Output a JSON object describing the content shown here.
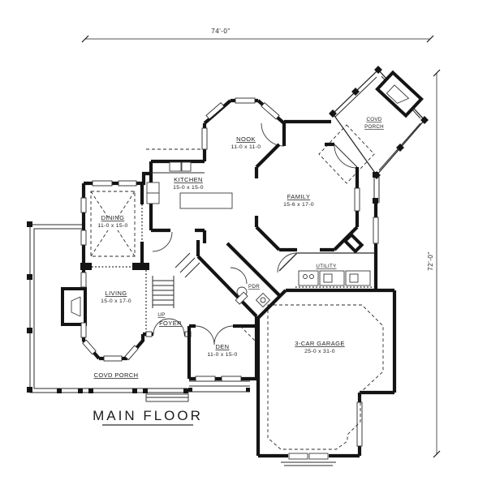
{
  "plan": {
    "title": "MAIN FLOOR",
    "dim_top": "74'-0\"",
    "dim_right": "72'-0\"",
    "rooms": {
      "kitchen": {
        "name": "KITCHEN",
        "dims": "15-0 x 15-0"
      },
      "nook": {
        "name": "NOOK",
        "dims": "11-0 x 11-0"
      },
      "family": {
        "name": "FAMILY",
        "dims": "15-6 x 17-0"
      },
      "dining": {
        "name": "DINING",
        "dims": "11-0 x 15-0"
      },
      "living": {
        "name": "LIVING",
        "dims": "15-0 x 17-0"
      },
      "den": {
        "name": "DEN",
        "dims": "11-0 x 15-0"
      },
      "garage": {
        "name": "3-CAR GARAGE",
        "dims": "25-0 x 31-0"
      },
      "foyer": {
        "name": "FOYER"
      },
      "utility": {
        "name": "UTILITY"
      },
      "powder": {
        "name": "PDR"
      },
      "stairs": {
        "name": "UP"
      },
      "porch_upper": {
        "line1": "COVD",
        "line2": "PORCH"
      },
      "porch_lower": {
        "name": "COVD PORCH"
      }
    },
    "colors": {
      "ink": "#141414",
      "paper": "#ffffff"
    }
  }
}
